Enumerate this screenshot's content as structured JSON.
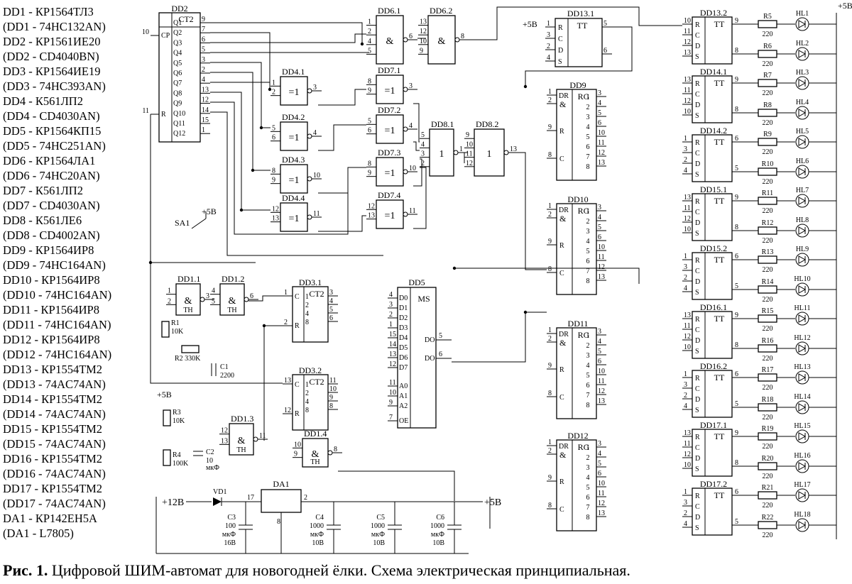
{
  "legend": [
    "DD1 - КР1564ТЛ3",
    "(DD1 - 74HC132AN)",
    "DD2 - КР1561ИЕ20",
    "(DD2 - CD4040BN)",
    "DD3 - КР1564ИЕ19",
    "(DD3 - 74HC393AN)",
    "DD4 - К561ЛП2",
    "(DD4 - CD4030AN)",
    "DD5 - КР1564КП15",
    "(DD5 - 74HC251AN)",
    "DD6 - КР1564ЛА1",
    "(DD6 - 74HC20AN)",
    "DD7 - К561ЛП2",
    "(DD7 - CD4030AN)",
    "DD8 - К561ЛЕ6",
    "(DD8 - CD4002AN)",
    "DD9 - КР1564ИР8",
    "(DD9 - 74HC164AN)",
    "DD10 - КР1564ИР8",
    "(DD10 - 74HC164AN)",
    "DD11 - КР1564ИР8",
    "(DD11 - 74HC164AN)",
    "DD12 - КР1564ИР8",
    "(DD12 - 74HC164AN)",
    "DD13  - КР1554ТМ2",
    "(DD13 - 74AC74AN)",
    "DD14  - КР1554ТМ2",
    "(DD14 - 74AC74AN)",
    "DD15  - КР1554ТМ2",
    "(DD15 - 74AC74AN)",
    "DD16  - КР1554ТМ2",
    "(DD16 - 74AC74AN)",
    "DD17  - КР1554ТМ2",
    "(DD17 - 74AC74AN)",
    "DA1 - КР142ЕН5А",
    "(DA1 - L7805)"
  ],
  "caption": {
    "prefix": "Рис. 1.",
    "text": " Цифровой ШИМ-автомат для новогодней ёлки. Схема электрическая принципиальная."
  },
  "schematic": {
    "dd2": {
      "ref": "DD2",
      "func": "CT2",
      "in_cp": "CP",
      "in_r": "R",
      "pin_cp": "10",
      "pin_r": "11",
      "outs": [
        "Q1",
        "Q2",
        "Q3",
        "Q4",
        "Q5",
        "Q6",
        "Q7",
        "Q8",
        "Q9",
        "Q10",
        "Q11",
        "Q12"
      ],
      "pins": [
        "9",
        "7",
        "6",
        "5",
        "3",
        "2",
        "4",
        "13",
        "12",
        "14",
        "15",
        "1"
      ]
    },
    "dd4": [
      {
        "ref": "DD4.1",
        "in": [
          "1",
          "2"
        ],
        "out": "3"
      },
      {
        "ref": "DD4.2",
        "in": [
          "5",
          "6"
        ],
        "out": "4"
      },
      {
        "ref": "DD4.3",
        "in": [
          "8",
          "9"
        ],
        "out": "10"
      },
      {
        "ref": "DD4.4",
        "in": [
          "12",
          "13"
        ],
        "out": "11"
      }
    ],
    "dd7": [
      {
        "ref": "DD7.1",
        "in": [
          "8",
          "9"
        ],
        "out": "3"
      },
      {
        "ref": "DD7.2",
        "in": [
          "5",
          "6"
        ],
        "out": "4"
      },
      {
        "ref": "DD7.3",
        "in": [
          "8",
          "9"
        ],
        "out": "10"
      },
      {
        "ref": "DD7.4",
        "in": [
          "12",
          "13"
        ],
        "out": "11"
      }
    ],
    "xor_sym": "=1",
    "dd6": [
      {
        "ref": "DD6.1",
        "in": [
          "1",
          "2",
          "4",
          "5"
        ],
        "out": "6"
      },
      {
        "ref": "DD6.2",
        "in": [
          "13",
          "12",
          "10",
          "9"
        ],
        "out": "8"
      }
    ],
    "and_sym": "&",
    "dd8": [
      {
        "ref": "DD8.1",
        "in": [
          "5",
          "4",
          "3",
          "2"
        ],
        "out": "1"
      },
      {
        "ref": "DD8.2",
        "in": [
          "9",
          "10",
          "11",
          "12"
        ],
        "out": "13"
      }
    ],
    "or_sym": "1",
    "dd13_1": {
      "ref": "DD13.1",
      "func": "TT",
      "in": [
        "R",
        "C",
        "D",
        "S"
      ],
      "pins": [
        "1",
        "3",
        "2",
        "4"
      ],
      "outs": [
        "5",
        "6"
      ]
    },
    "ff_blocks": [
      {
        "ref": "DD13.2",
        "pins": [
          "10",
          "11",
          "12",
          "13"
        ],
        "q": "9",
        "nq": "8"
      },
      {
        "ref": "DD14.1",
        "pins": [
          "13",
          "11",
          "12",
          "10"
        ],
        "q": "9",
        "nq": "8"
      },
      {
        "ref": "DD14.2",
        "pins": [
          "1",
          "3",
          "2",
          "4"
        ],
        "q": "6",
        "nq": "5"
      },
      {
        "ref": "DD15.1",
        "pins": [
          "13",
          "11",
          "12",
          "10"
        ],
        "q": "9",
        "nq": "8"
      },
      {
        "ref": "DD15.2",
        "pins": [
          "1",
          "3",
          "2",
          "4"
        ],
        "q": "6",
        "nq": "5"
      },
      {
        "ref": "DD16.1",
        "pins": [
          "13",
          "11",
          "12",
          "10"
        ],
        "q": "9",
        "nq": "8"
      },
      {
        "ref": "DD16.2",
        "pins": [
          "1",
          "3",
          "2",
          "4"
        ],
        "q": "6",
        "nq": "5"
      },
      {
        "ref": "DD17.1",
        "pins": [
          "13",
          "11",
          "12",
          "10"
        ],
        "q": "9",
        "nq": "8"
      },
      {
        "ref": "DD17.2",
        "pins": [
          "1",
          "3",
          "2",
          "4"
        ],
        "q": "6",
        "nq": "5"
      }
    ],
    "ff_func": "TT",
    "ff_inputs": [
      "R",
      "C",
      "D",
      "S"
    ],
    "resistors_out": [
      {
        "ref": "R5",
        "val": "220"
      },
      {
        "ref": "R6",
        "val": "220"
      },
      {
        "ref": "R7",
        "val": "220"
      },
      {
        "ref": "R8",
        "val": "220"
      },
      {
        "ref": "R9",
        "val": "220"
      },
      {
        "ref": "R10",
        "val": "220"
      },
      {
        "ref": "R11",
        "val": "220"
      },
      {
        "ref": "R12",
        "val": "220"
      },
      {
        "ref": "R13",
        "val": "220"
      },
      {
        "ref": "R14",
        "val": "220"
      },
      {
        "ref": "R15",
        "val": "220"
      },
      {
        "ref": "R16",
        "val": "220"
      },
      {
        "ref": "R17",
        "val": "220"
      },
      {
        "ref": "R18",
        "val": "220"
      },
      {
        "ref": "R19",
        "val": "220"
      },
      {
        "ref": "R20",
        "val": "220"
      },
      {
        "ref": "R21",
        "val": "220"
      },
      {
        "ref": "R22",
        "val": "220"
      }
    ],
    "leds": [
      "HL1",
      "HL2",
      "HL3",
      "HL4",
      "HL5",
      "HL6",
      "HL7",
      "HL8",
      "HL9",
      "HL10",
      "HL11",
      "HL12",
      "HL13",
      "HL14",
      "HL15",
      "HL16",
      "HL17",
      "HL18"
    ],
    "shift_regs": [
      {
        "ref": "DD9"
      },
      {
        "ref": "DD10"
      },
      {
        "ref": "DD11"
      },
      {
        "ref": "DD12"
      }
    ],
    "sr": {
      "func": "RG",
      "and": "&",
      "dr": "DR",
      "r": "R",
      "c": "C",
      "in_pins": [
        "1",
        "2",
        "9",
        "8"
      ],
      "out_nums": [
        "1",
        "2",
        "3",
        "4",
        "5",
        "6",
        "7",
        "8"
      ],
      "out_pins": [
        "3",
        "4",
        "5",
        "6",
        "10",
        "11",
        "12",
        "13"
      ]
    },
    "dd1": [
      {
        "ref": "DD1.1",
        "in": [
          "1",
          "2"
        ],
        "out": "3"
      },
      {
        "ref": "DD1.2",
        "in": [
          "4",
          "5"
        ],
        "out": "6"
      },
      {
        "ref": "DD1.3",
        "in": [
          "12",
          "13"
        ],
        "out": "11"
      },
      {
        "ref": "DD1.4",
        "in": [
          "10",
          "9"
        ],
        "out": "8"
      }
    ],
    "th": "TH",
    "dd3_1": {
      "ref": "DD3.1",
      "func": "CT2",
      "c": "C",
      "r": "R",
      "pin_c": "1",
      "pin_r": "2",
      "outs": [
        "1",
        "2",
        "4",
        "8"
      ],
      "pins": [
        "3",
        "4",
        "5",
        "6"
      ]
    },
    "dd3_2": {
      "ref": "DD3.2",
      "func": "CT2",
      "c": "C",
      "r": "R",
      "pin_c": "13",
      "pin_r": "12",
      "outs": [
        "1",
        "2",
        "4",
        "8"
      ],
      "pins": [
        "11",
        "10",
        "9",
        "8"
      ]
    },
    "dd5": {
      "ref": "DD5",
      "func": "MS",
      "d_lbl": [
        "D0",
        "D1",
        "D2",
        "D3",
        "D4",
        "D5",
        "D6",
        "D7"
      ],
      "d_pins": [
        "4",
        "3",
        "2",
        "1",
        "15",
        "14",
        "13",
        "12"
      ],
      "a_lbl": [
        "A0",
        "A1",
        "A2"
      ],
      "a_pins": [
        "11",
        "10",
        "9"
      ],
      "oe": "OE",
      "oe_pin": "7",
      "do": "DO",
      "ndo": "DO",
      "do_pin": "5",
      "ndo_pin": "6"
    },
    "sa1": "SA1",
    "plus5": "+5В",
    "plus12": "+12В",
    "r1": {
      "ref": "R1",
      "val": "10K"
    },
    "r2": {
      "ref": "R2",
      "val": "330K"
    },
    "c1": {
      "ref": "C1",
      "val": "2200"
    },
    "r3": {
      "ref": "R3",
      "val": "10K"
    },
    "r4": {
      "ref": "R4",
      "val": "100K"
    },
    "c2": {
      "ref": "C2",
      "val": "10",
      "unit": "мкФ"
    },
    "da1": {
      "ref": "DA1",
      "p_in": "17",
      "p_out": "2",
      "p_gnd": "8"
    },
    "vd1": "VD1",
    "c3": {
      "ref": "C3",
      "val": "100",
      "unit": "мкФ",
      "v": "16В"
    },
    "c4": {
      "ref": "C4",
      "val": "1000",
      "unit": "мкФ",
      "v": "10В"
    },
    "c5": {
      "ref": "C5",
      "val": "1000",
      "unit": "мкФ",
      "v": "10В"
    },
    "c6": {
      "ref": "C6",
      "val": "1000",
      "unit": "мкФ",
      "v": "10В"
    }
  }
}
